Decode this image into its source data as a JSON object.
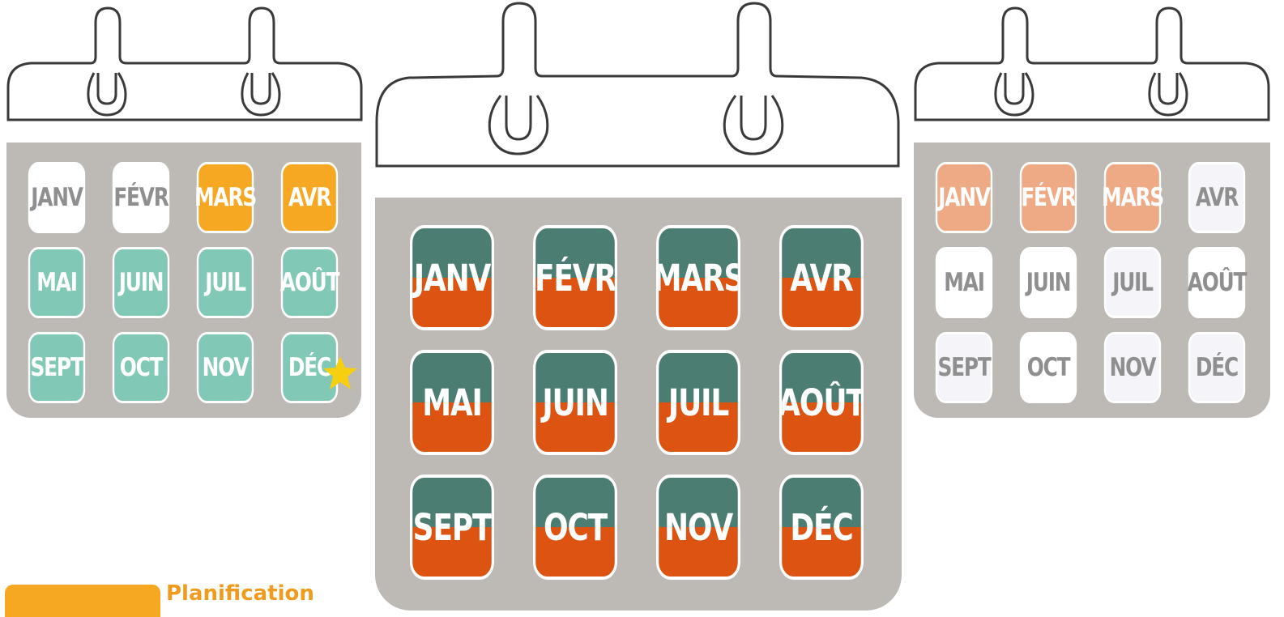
{
  "calendars": {
    "left": {
      "months": [
        {
          "label": "JANV",
          "bg": "#ffffff",
          "color": "#8f8f8f"
        },
        {
          "label": "FÉVR",
          "bg": "#ffffff",
          "color": "#8f8f8f"
        },
        {
          "label": "MARS",
          "bg": "#f7a823",
          "color": "#ffffff"
        },
        {
          "label": "AVR",
          "bg": "#f7a823",
          "color": "#ffffff"
        },
        {
          "label": "MAI",
          "bg": "#82c8b7",
          "color": "#ffffff"
        },
        {
          "label": "JUIN",
          "bg": "#82c8b7",
          "color": "#ffffff"
        },
        {
          "label": "JUIL",
          "bg": "#82c8b7",
          "color": "#ffffff"
        },
        {
          "label": "AOÛT",
          "bg": "#82c8b7",
          "color": "#ffffff"
        },
        {
          "label": "SEPT",
          "bg": "#82c8b7",
          "color": "#ffffff"
        },
        {
          "label": "OCT",
          "bg": "#82c8b7",
          "color": "#ffffff"
        },
        {
          "label": "NOV",
          "bg": "#82c8b7",
          "color": "#ffffff"
        },
        {
          "label": "DÉC",
          "bg": "#82c8b7",
          "color": "#ffffff"
        }
      ],
      "star_icon": "star-icon",
      "star_color": "#f5cf10"
    },
    "center": {
      "months": [
        {
          "label": "JANV"
        },
        {
          "label": "FÉVR"
        },
        {
          "label": "MARS"
        },
        {
          "label": "AVR"
        },
        {
          "label": "MAI"
        },
        {
          "label": "JUIN"
        },
        {
          "label": "JUIL"
        },
        {
          "label": "AOÛT"
        },
        {
          "label": "SEPT"
        },
        {
          "label": "OCT"
        },
        {
          "label": "NOV"
        },
        {
          "label": "DÉC"
        }
      ],
      "top_color": "#4c7d73",
      "bottom_color": "#dc5312",
      "text_color": "#ffffff"
    },
    "right": {
      "months": [
        {
          "label": "JANV",
          "bg": "#eeaa85",
          "color": "#ffffff"
        },
        {
          "label": "FÉVR",
          "bg": "#eeaa85",
          "color": "#ffffff"
        },
        {
          "label": "MARS",
          "bg": "#eeaa85",
          "color": "#ffffff"
        },
        {
          "label": "AVR",
          "bg": "#f5f4f8",
          "color": "#8f8f8f"
        },
        {
          "label": "MAI",
          "bg": "#ffffff",
          "color": "#8f8f8f"
        },
        {
          "label": "JUIN",
          "bg": "#ffffff",
          "color": "#8f8f8f"
        },
        {
          "label": "JUIL",
          "bg": "#f5f4f8",
          "color": "#8f8f8f"
        },
        {
          "label": "AOÛT",
          "bg": "#ffffff",
          "color": "#8f8f8f"
        },
        {
          "label": "SEPT",
          "bg": "#f5f4f8",
          "color": "#8f8f8f"
        },
        {
          "label": "OCT",
          "bg": "#ffffff",
          "color": "#8f8f8f"
        },
        {
          "label": "NOV",
          "bg": "#f5f4f8",
          "color": "#8f8f8f"
        },
        {
          "label": "DÉC",
          "bg": "#f5f4f8",
          "color": "#8f8f8f"
        }
      ]
    }
  },
  "legend": {
    "label": "Planification",
    "color": "#f7a823"
  },
  "colors": {
    "board": "#bdb9b4",
    "outline": "#3a3a3a"
  }
}
